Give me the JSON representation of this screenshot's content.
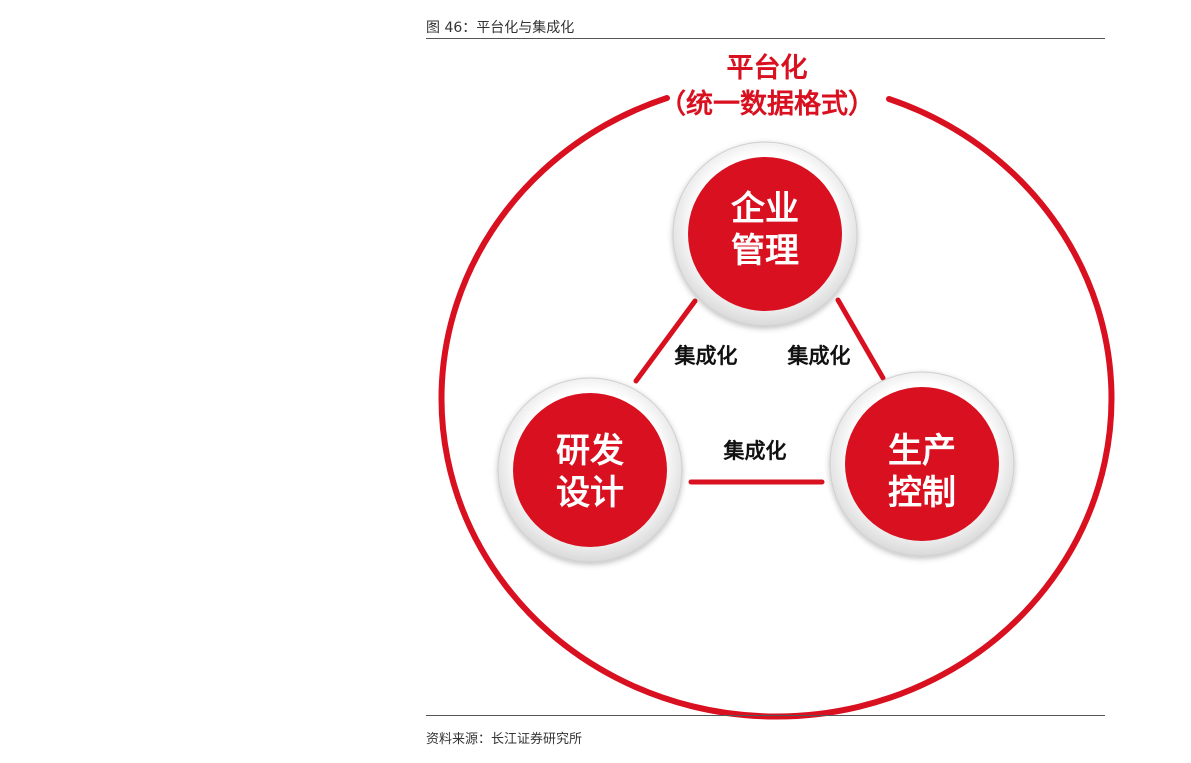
{
  "figure": {
    "caption": "图 46：平台化与集成化",
    "source": "资料来源：长江证券研究所"
  },
  "diagram": {
    "outer": {
      "title_line1": "平台化",
      "title_line2": "（统一数据格式）"
    },
    "nodes": {
      "top": {
        "line1": "企业",
        "line2": "管理"
      },
      "left": {
        "line1": "研发",
        "line2": "设计"
      },
      "right": {
        "line1": "生产",
        "line2": "控制"
      }
    },
    "edges": {
      "left": "集成化",
      "right": "集成化",
      "bottom": "集成化"
    }
  },
  "colors": {
    "accent": "#d8101f",
    "ring": "#e0e0e0",
    "text": "#111111"
  }
}
